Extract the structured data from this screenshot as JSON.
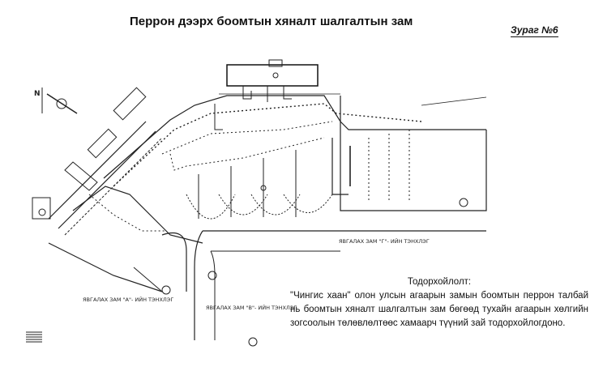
{
  "title": "Перрон дээрх боомтын хяналт шалгалтын зам",
  "figure_label": "Зураг №6",
  "north_label": "N",
  "road_labels": {
    "g": "ЯВГАЛАХ ЗАМ \"Г\"- ИЙН ТЭНХЛЭГ",
    "a": "ЯВГАЛАХ ЗАМ \"А\"- ИЙН ТЭНХЛЭГ",
    "v": "ЯВГАЛАХ ЗАМ \"В\"- ИЙН ТЭНХЛЭГ"
  },
  "description": {
    "heading": "Тодорхойлолт:",
    "body": "\"Чингис хаан\" олон улсын агаарын замын боомтын перрон талбай нь боомтын хяналт шалгалтын зам бөгөөд тухайн агаарын хөлгийн зогсоолын төлөвлөлтөөс хамаарч түүний зай тодорхойлогдоно."
  }
}
